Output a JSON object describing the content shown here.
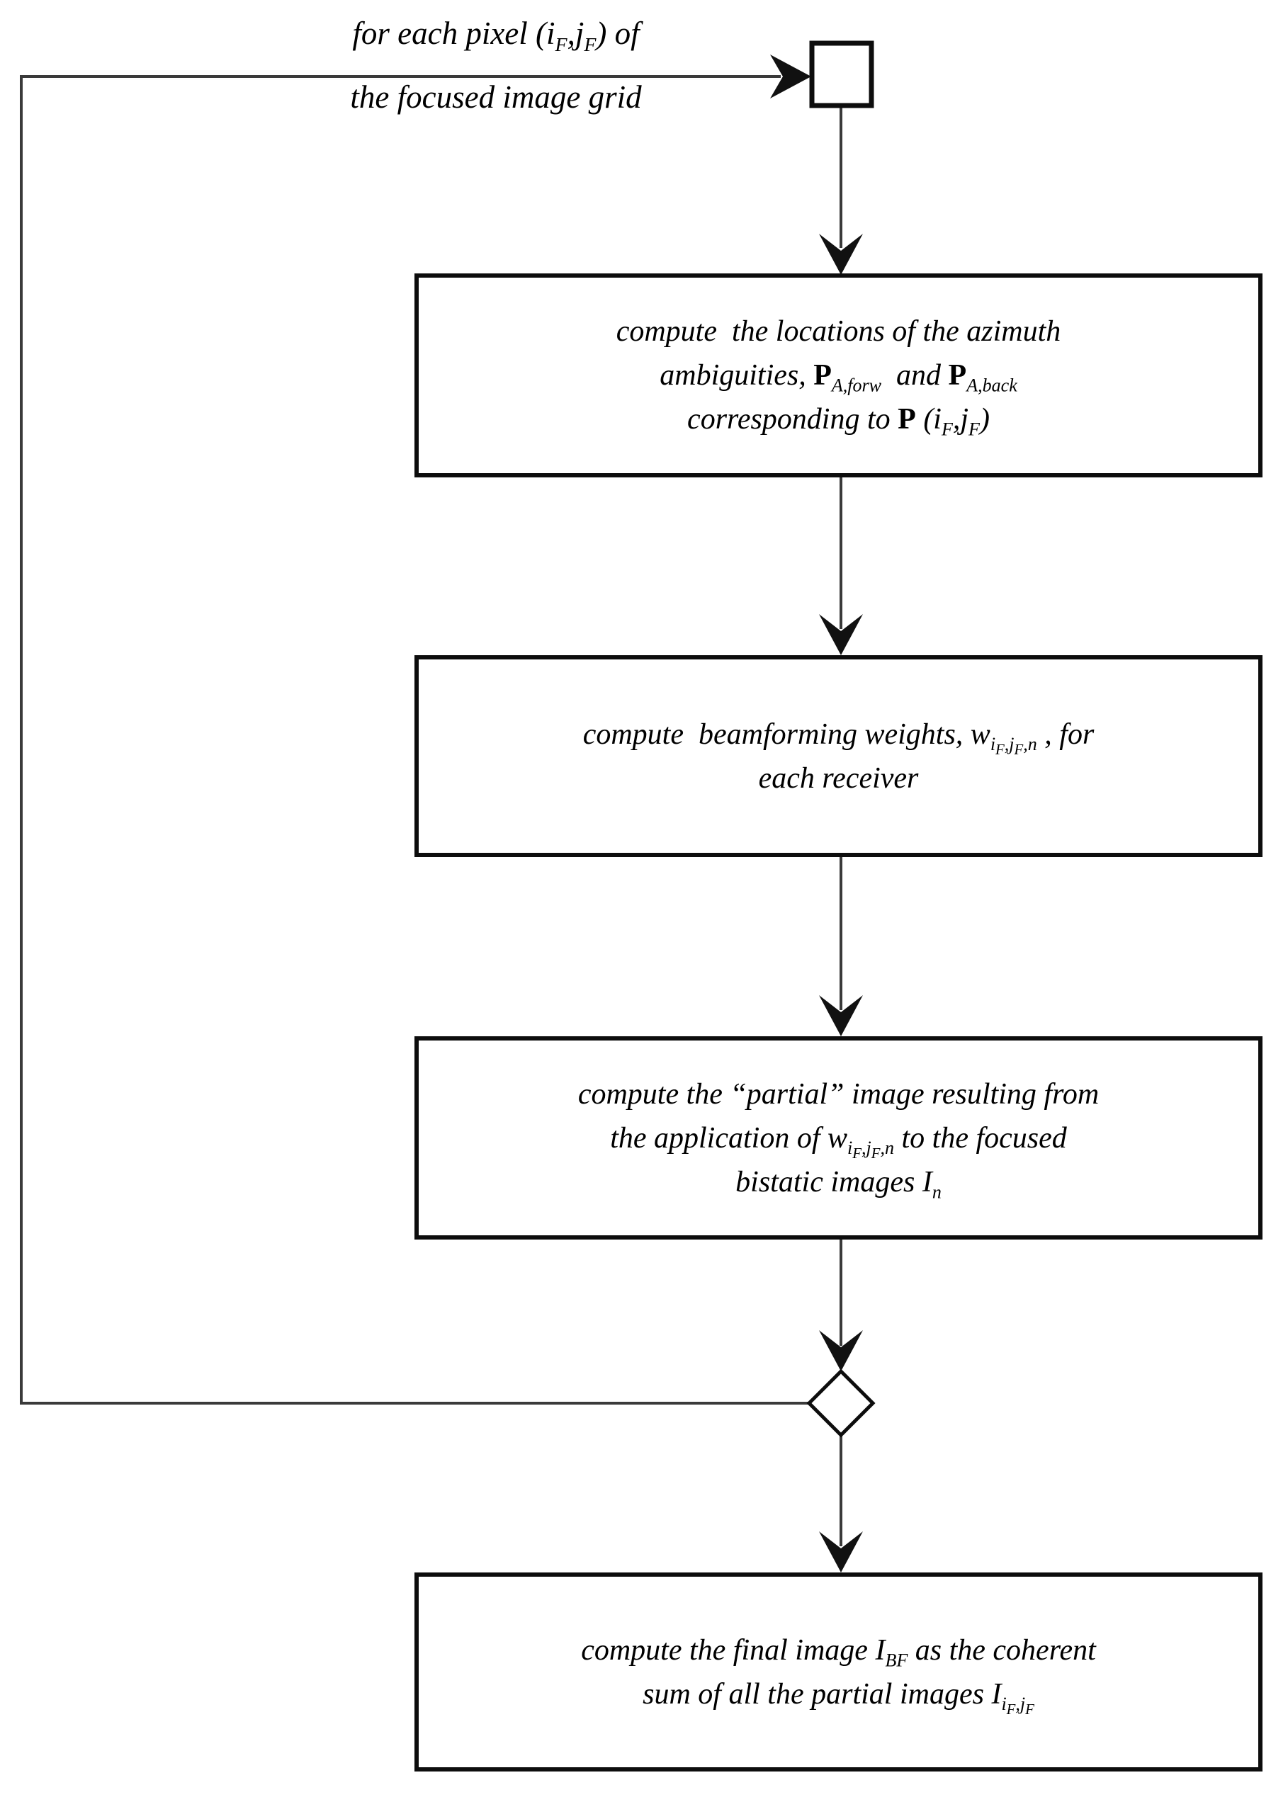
{
  "flowchart": {
    "title_hint": "per-pixel beamforming loop flowchart",
    "colors": {
      "background": "#ffffff",
      "connector_line": "#3a3a3a",
      "node_border": "#0d0d0d",
      "arrowhead_fill": "#111111",
      "text": "#000000"
    },
    "loop_annotation": {
      "line1_html": "for each pixel (i<sub>F</sub>,j<sub>F</sub>) of",
      "line2_html": "the focused image grid"
    },
    "nodes": [
      {
        "id": "loop-start-square",
        "type": "connector-square",
        "html": ""
      },
      {
        "id": "step-azimuth-ambiguities",
        "type": "process",
        "html": "compute&nbsp; the locations of the azimuth<br>ambiguities, <b>P</b><sub>A,forw</sub>&nbsp; and <b>P</b><sub>A,back</sub><br>corresponding to <b>P</b> (i<sub>F</sub>,j<sub>F</sub>)"
      },
      {
        "id": "step-beamforming-weights",
        "type": "process",
        "html": "compute&nbsp; beamforming weights, w<sub>i<sub>F</sub>,j<sub>F</sub>,n</sub> , for<br>each receiver"
      },
      {
        "id": "step-partial-image",
        "type": "process",
        "html": "compute the “partial” image resulting from<br>the application of w<sub>i<sub>F</sub>,j<sub>F</sub>,n</sub> to the focused<br>bistatic images I<sub>n</sub>"
      },
      {
        "id": "loop-merge-diamond",
        "type": "decision",
        "html": ""
      },
      {
        "id": "step-final-image",
        "type": "process",
        "html": "compute the final image I<sub>BF</sub> as the coherent<br>sum of all the partial images I<sub>i<sub>F</sub>,j<sub>F</sub></sub>"
      }
    ],
    "edges": [
      {
        "from": "loop-annotation",
        "to": "loop-start-square"
      },
      {
        "from": "loop-start-square",
        "to": "step-azimuth-ambiguities"
      },
      {
        "from": "step-azimuth-ambiguities",
        "to": "step-beamforming-weights"
      },
      {
        "from": "step-beamforming-weights",
        "to": "step-partial-image"
      },
      {
        "from": "step-partial-image",
        "to": "loop-merge-diamond"
      },
      {
        "from": "loop-merge-diamond",
        "to": "step-final-image"
      },
      {
        "from": "loop-merge-diamond",
        "to": "loop-start-square",
        "style": "loop-back-left"
      }
    ]
  }
}
